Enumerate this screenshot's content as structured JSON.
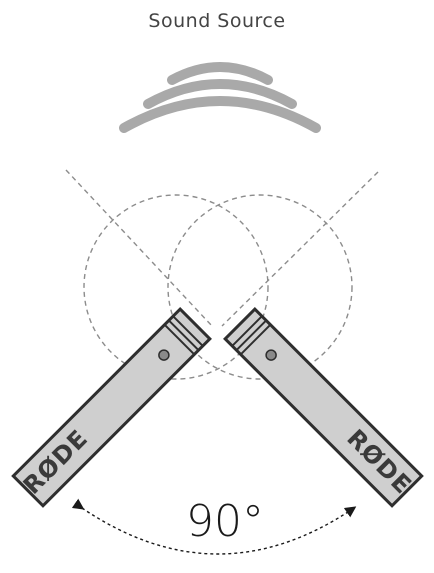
{
  "diagram": {
    "title": "Sound Source",
    "angle_label": "90°",
    "mic_left_brand": "RØDE",
    "mic_right_brand": "RØDE"
  },
  "colors": {
    "wave": "#a9a9a9",
    "mic_body": "#cfcfcf",
    "mic_outline": "#2e2e2e",
    "dashed_lines": "#8c8c8c"
  },
  "icons": {
    "sound_waves": "sound-waves-icon",
    "arrow": "double-headed-arrow-icon"
  }
}
